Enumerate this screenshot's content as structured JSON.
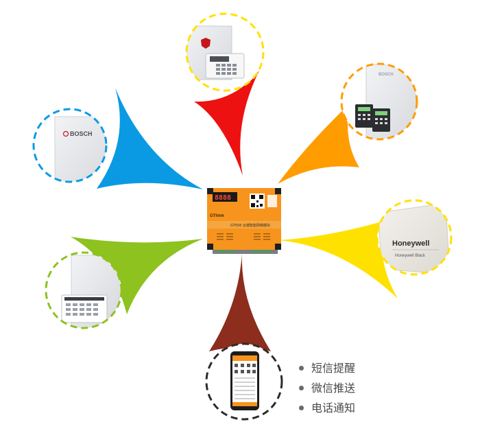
{
  "colors": {
    "red": "#ee1111",
    "orange": "#ff9c00",
    "yellow": "#ffe100",
    "blue": "#0a9ae4",
    "green": "#8dc21f",
    "brown": "#8c2d1d",
    "device_orange": "#f7941d"
  },
  "hub": {
    "brand": "GThink",
    "model_label": "GT556 云端智能网络模块",
    "display_digits": "8888"
  },
  "products": {
    "bosch_top_right_logo": "BOSCH",
    "bosch_left_logo": "BOSCH",
    "honeywell_logo": "Honeywell",
    "honeywell_model": "Honeywell Black"
  },
  "features": [
    {
      "label": "短信提醒"
    },
    {
      "label": "微信推送"
    },
    {
      "label": "电话通知"
    }
  ]
}
